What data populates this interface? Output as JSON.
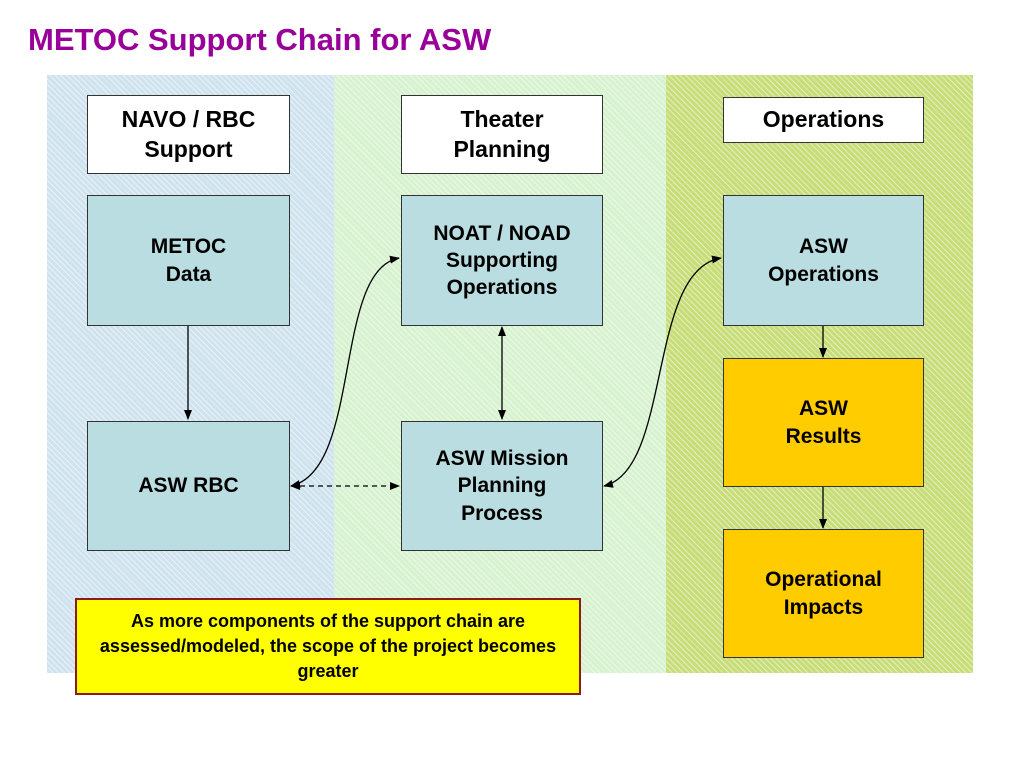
{
  "title": "METOC Support Chain for ASW",
  "columns": {
    "navo": {
      "header": "NAVO / RBC\nSupport",
      "boxes": [
        "METOC\nData",
        "ASW RBC"
      ]
    },
    "theater": {
      "header": "Theater\nPlanning",
      "boxes": [
        "NOAT / NOAD\nSupporting\nOperations",
        "ASW Mission\nPlanning\nProcess"
      ]
    },
    "operations": {
      "header": "Operations",
      "boxes": [
        "ASW\nOperations",
        "ASW\nResults",
        "Operational\nImpacts"
      ]
    }
  },
  "note": "As more components of the support chain are assessed/modeled, the scope of the project becomes greater",
  "colors": {
    "title": "#990099",
    "process_box": "#b9dde0",
    "result_box": "#ffcc00",
    "note_fill": "#ffff00",
    "note_border": "#8b1a1a",
    "band_navo": "#cfe3ef",
    "band_theater": "#d6f2cf",
    "band_operations": "#c6dd78"
  }
}
